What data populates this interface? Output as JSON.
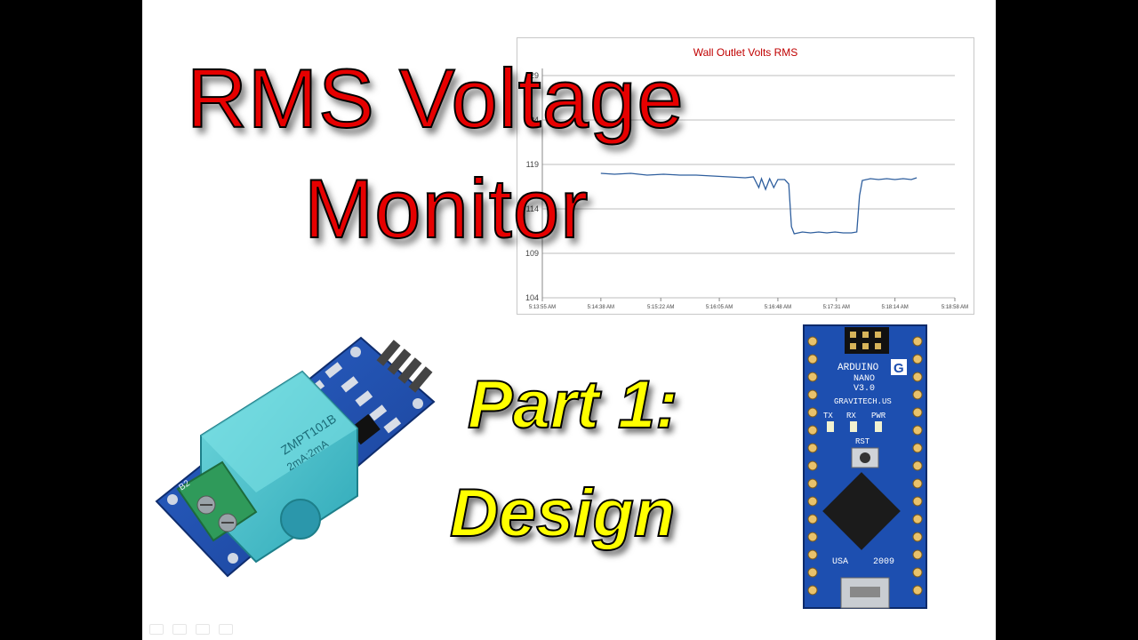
{
  "slide": {
    "title_line1": "RMS Voltage",
    "title_line2": "Monitor",
    "subtitle_line1": "Part 1:",
    "subtitle_line2": "Design",
    "title_color": "#e60000",
    "subtitle_color": "#ffff00"
  },
  "boards": {
    "transformer_module": {
      "marking": "ZMPT101B",
      "rating": "2mA:2mA",
      "terminal_label": "B2"
    },
    "arduino": {
      "name": "ARDUINO",
      "model": "NANO",
      "version": "V3.0",
      "site": "GRAVITECH.US",
      "country": "USA",
      "year": "2009",
      "leds": [
        "TX",
        "RX",
        "PWR"
      ],
      "button": "RST"
    }
  },
  "chart_data": {
    "type": "line",
    "title": "Wall Outlet Volts RMS",
    "xlabel": "",
    "ylabel": "",
    "ylim": [
      104,
      129
    ],
    "yticks": [
      "104",
      "109",
      "114",
      "119",
      "124",
      "129"
    ],
    "xticks": [
      "5:13:55 AM",
      "5:14:38 AM",
      "5:15:22 AM",
      "5:16:05 AM",
      "5:16:48 AM",
      "5:17:31 AM",
      "5:18:14 AM",
      "5:18:58 AM"
    ],
    "grid": true,
    "line_color": "#2f5f9e",
    "series": [
      {
        "values": [
          [
            "5:14:38 AM",
            118.0
          ],
          [
            "5:14:48 AM",
            117.9
          ],
          [
            "5:15:00 AM",
            118.0
          ],
          [
            "5:15:12 AM",
            117.8
          ],
          [
            "5:15:24 AM",
            117.9
          ],
          [
            "5:15:36 AM",
            117.8
          ],
          [
            "5:15:48 AM",
            117.8
          ],
          [
            "5:16:00 AM",
            117.7
          ],
          [
            "5:16:12 AM",
            117.6
          ],
          [
            "5:16:24 AM",
            117.5
          ],
          [
            "5:16:30 AM",
            117.6
          ],
          [
            "5:16:34 AM",
            116.4
          ],
          [
            "5:16:36 AM",
            117.4
          ],
          [
            "5:16:39 AM",
            116.2
          ],
          [
            "5:16:42 AM",
            117.4
          ],
          [
            "5:16:45 AM",
            116.4
          ],
          [
            "5:16:48 AM",
            117.3
          ],
          [
            "5:16:53 AM",
            117.3
          ],
          [
            "5:16:56 AM",
            116.8
          ],
          [
            "5:16:58 AM",
            112.0
          ],
          [
            "5:17:00 AM",
            111.2
          ],
          [
            "5:17:06 AM",
            111.4
          ],
          [
            "5:17:12 AM",
            111.3
          ],
          [
            "5:17:18 AM",
            111.4
          ],
          [
            "5:17:24 AM",
            111.3
          ],
          [
            "5:17:30 AM",
            111.4
          ],
          [
            "5:17:36 AM",
            111.3
          ],
          [
            "5:17:42 AM",
            111.3
          ],
          [
            "5:17:46 AM",
            111.4
          ],
          [
            "5:17:48 AM",
            115.5
          ],
          [
            "5:17:50 AM",
            117.2
          ],
          [
            "5:17:56 AM",
            117.4
          ],
          [
            "5:18:02 AM",
            117.3
          ],
          [
            "5:18:08 AM",
            117.4
          ],
          [
            "5:18:14 AM",
            117.3
          ],
          [
            "5:18:20 AM",
            117.4
          ],
          [
            "5:18:26 AM",
            117.3
          ],
          [
            "5:18:30 AM",
            117.5
          ]
        ]
      }
    ]
  }
}
